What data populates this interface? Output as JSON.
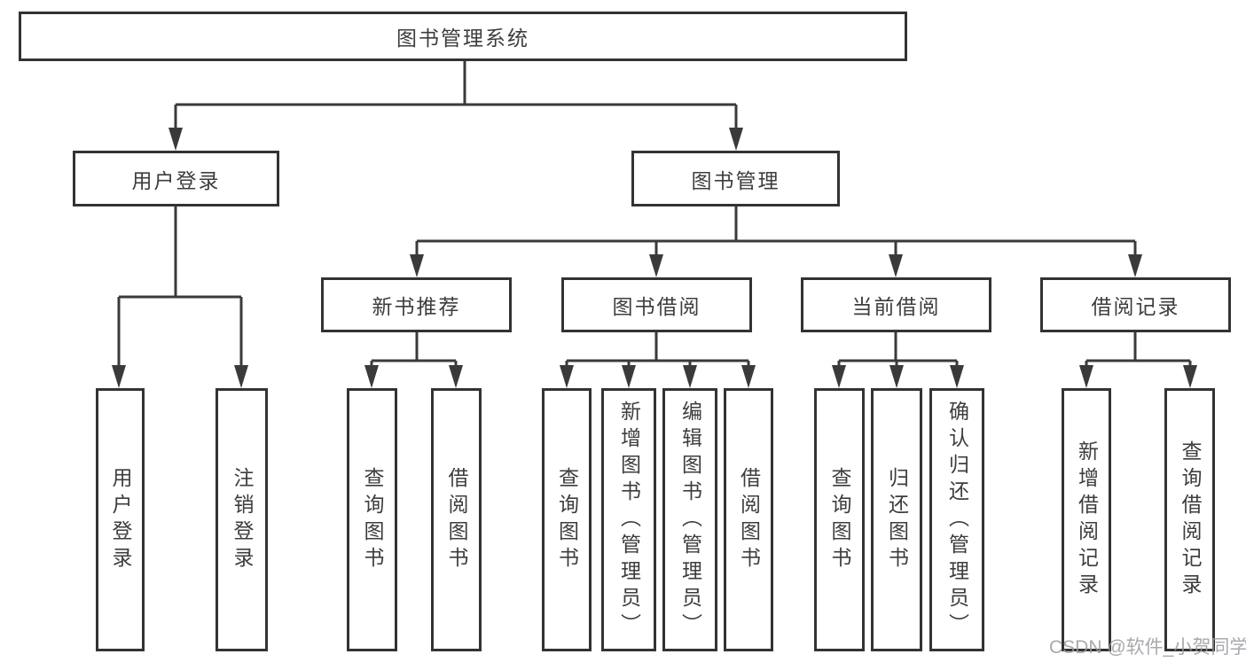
{
  "tree": {
    "label": "图书管理系统",
    "children": [
      {
        "label": "用户登录",
        "children": [
          {
            "label": "用户登录"
          },
          {
            "label": "注销登录"
          }
        ]
      },
      {
        "label": "图书管理",
        "children": [
          {
            "label": "新书推荐",
            "children": [
              {
                "label": "查询图书"
              },
              {
                "label": "借阅图书"
              }
            ]
          },
          {
            "label": "图书借阅",
            "children": [
              {
                "label": "查询图书"
              },
              {
                "label": "新增图书（管理员）"
              },
              {
                "label": "编辑图书（管理员）"
              },
              {
                "label": "借阅图书"
              }
            ]
          },
          {
            "label": "当前借阅",
            "children": [
              {
                "label": "查询图书"
              },
              {
                "label": "归还图书"
              },
              {
                "label": "确认归还（管理员）"
              }
            ]
          },
          {
            "label": "借阅记录",
            "children": [
              {
                "label": "新增借阅记录"
              },
              {
                "label": "查询借阅记录"
              }
            ]
          }
        ]
      }
    ]
  },
  "watermark": "CSDN @软件_小贺同学",
  "colors": {
    "line": "#3a3a3a",
    "box_border": "#333333",
    "text": "#3d3d3d",
    "watermark": "#9a9aa0",
    "background": "#ffffff"
  }
}
